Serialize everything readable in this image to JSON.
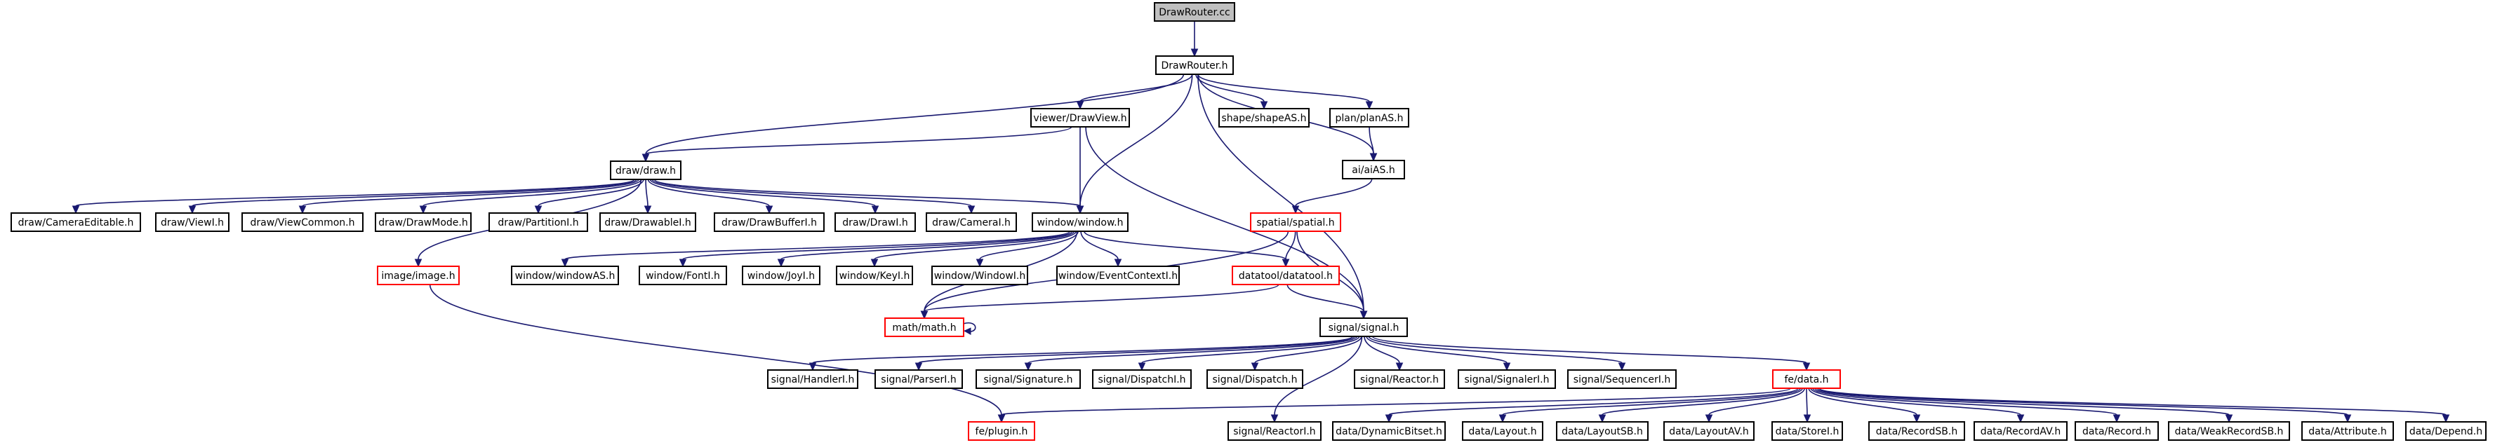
{
  "colors": {
    "edge": "#191970",
    "box_border": "#000000",
    "incomplete_border": "#ff0000",
    "root_fill": "#bfbfbf",
    "box_fill": "#ffffff"
  },
  "nodes": [
    {
      "id": "root",
      "label": "DrawRouter.cc",
      "style": "root"
    },
    {
      "id": "drawrouter_h",
      "label": "DrawRouter.h",
      "style": "normal"
    },
    {
      "id": "viewer_drawview",
      "label": "viewer/DrawView.h",
      "style": "normal"
    },
    {
      "id": "shape_shapeas",
      "label": "shape/shapeAS.h",
      "style": "normal"
    },
    {
      "id": "plan_planas",
      "label": "plan/planAS.h",
      "style": "normal"
    },
    {
      "id": "ai_aias",
      "label": "ai/aiAS.h",
      "style": "normal"
    },
    {
      "id": "draw_draw",
      "label": "draw/draw.h",
      "style": "normal"
    },
    {
      "id": "spatial_spatial",
      "label": "spatial/spatial.h",
      "style": "incomplete"
    },
    {
      "id": "draw_cameraeditable",
      "label": "draw/CameraEditable.h",
      "style": "normal"
    },
    {
      "id": "draw_viewi",
      "label": "draw/ViewI.h",
      "style": "normal"
    },
    {
      "id": "draw_viewcommon",
      "label": "draw/ViewCommon.h",
      "style": "normal"
    },
    {
      "id": "draw_drawmode",
      "label": "draw/DrawMode.h",
      "style": "normal"
    },
    {
      "id": "draw_partitioni",
      "label": "draw/PartitionI.h",
      "style": "normal"
    },
    {
      "id": "draw_drawablei",
      "label": "draw/DrawableI.h",
      "style": "normal"
    },
    {
      "id": "draw_drawbufferi",
      "label": "draw/DrawBufferI.h",
      "style": "normal"
    },
    {
      "id": "draw_drawi",
      "label": "draw/DrawI.h",
      "style": "normal"
    },
    {
      "id": "draw_camerai",
      "label": "draw/CameraI.h",
      "style": "normal"
    },
    {
      "id": "window_window",
      "label": "window/window.h",
      "style": "normal"
    },
    {
      "id": "image_image",
      "label": "image/image.h",
      "style": "incomplete"
    },
    {
      "id": "window_windowas",
      "label": "window/windowAS.h",
      "style": "normal"
    },
    {
      "id": "window_fonti",
      "label": "window/FontI.h",
      "style": "normal"
    },
    {
      "id": "window_joyi",
      "label": "window/JoyI.h",
      "style": "normal"
    },
    {
      "id": "window_keyi",
      "label": "window/KeyI.h",
      "style": "normal"
    },
    {
      "id": "window_windowi",
      "label": "window/WindowI.h",
      "style": "normal"
    },
    {
      "id": "window_eventcontexti",
      "label": "window/EventContextI.h",
      "style": "normal"
    },
    {
      "id": "datatool_datatool",
      "label": "datatool/datatool.h",
      "style": "incomplete"
    },
    {
      "id": "math_math",
      "label": "math/math.h",
      "style": "incomplete"
    },
    {
      "id": "signal_signal",
      "label": "signal/signal.h",
      "style": "normal"
    },
    {
      "id": "signal_handleri",
      "label": "signal/HandlerI.h",
      "style": "normal"
    },
    {
      "id": "signal_parseri",
      "label": "signal/ParserI.h",
      "style": "normal"
    },
    {
      "id": "signal_signature",
      "label": "signal/Signature.h",
      "style": "normal"
    },
    {
      "id": "signal_dispatchi",
      "label": "signal/DispatchI.h",
      "style": "normal"
    },
    {
      "id": "signal_dispatch",
      "label": "signal/Dispatch.h",
      "style": "normal"
    },
    {
      "id": "signal_reactor",
      "label": "signal/Reactor.h",
      "style": "normal"
    },
    {
      "id": "signal_signaleri",
      "label": "signal/SignalerI.h",
      "style": "normal"
    },
    {
      "id": "signal_sequenceri",
      "label": "signal/SequencerI.h",
      "style": "normal"
    },
    {
      "id": "fe_data",
      "label": "fe/data.h",
      "style": "incomplete"
    },
    {
      "id": "fe_plugin",
      "label": "fe/plugin.h",
      "style": "incomplete"
    },
    {
      "id": "signal_reactori",
      "label": "signal/ReactorI.h",
      "style": "normal"
    },
    {
      "id": "data_dynamicbitset",
      "label": "data/DynamicBitset.h",
      "style": "normal"
    },
    {
      "id": "data_layout",
      "label": "data/Layout.h",
      "style": "normal"
    },
    {
      "id": "data_layoutsb",
      "label": "data/LayoutSB.h",
      "style": "normal"
    },
    {
      "id": "data_layoutav",
      "label": "data/LayoutAV.h",
      "style": "normal"
    },
    {
      "id": "data_storei",
      "label": "data/StoreI.h",
      "style": "normal"
    },
    {
      "id": "data_recordsb",
      "label": "data/RecordSB.h",
      "style": "normal"
    },
    {
      "id": "data_recordav",
      "label": "data/RecordAV.h",
      "style": "normal"
    },
    {
      "id": "data_record",
      "label": "data/Record.h",
      "style": "normal"
    },
    {
      "id": "data_weakrecordsb",
      "label": "data/WeakRecordSB.h",
      "style": "normal"
    },
    {
      "id": "data_attribute",
      "label": "data/Attribute.h",
      "style": "normal"
    },
    {
      "id": "data_depend",
      "label": "data/Depend.h",
      "style": "normal"
    }
  ],
  "edges": [
    [
      "root",
      "drawrouter_h"
    ],
    [
      "drawrouter_h",
      "viewer_drawview"
    ],
    [
      "drawrouter_h",
      "shape_shapeas"
    ],
    [
      "drawrouter_h",
      "plan_planas"
    ],
    [
      "drawrouter_h",
      "ai_aias"
    ],
    [
      "drawrouter_h",
      "draw_draw"
    ],
    [
      "drawrouter_h",
      "window_window"
    ],
    [
      "drawrouter_h",
      "signal_signal"
    ],
    [
      "viewer_drawview",
      "draw_draw"
    ],
    [
      "viewer_drawview",
      "window_window"
    ],
    [
      "viewer_drawview",
      "signal_signal"
    ],
    [
      "plan_planas",
      "ai_aias"
    ],
    [
      "ai_aias",
      "spatial_spatial"
    ],
    [
      "draw_draw",
      "draw_cameraeditable"
    ],
    [
      "draw_draw",
      "draw_viewi"
    ],
    [
      "draw_draw",
      "draw_viewcommon"
    ],
    [
      "draw_draw",
      "draw_drawmode"
    ],
    [
      "draw_draw",
      "draw_partitioni"
    ],
    [
      "draw_draw",
      "draw_drawablei"
    ],
    [
      "draw_draw",
      "draw_drawbufferi"
    ],
    [
      "draw_draw",
      "draw_drawi"
    ],
    [
      "draw_draw",
      "draw_camerai"
    ],
    [
      "draw_draw",
      "window_window"
    ],
    [
      "draw_draw",
      "image_image"
    ],
    [
      "window_window",
      "window_windowas"
    ],
    [
      "window_window",
      "window_fonti"
    ],
    [
      "window_window",
      "window_joyi"
    ],
    [
      "window_window",
      "window_keyi"
    ],
    [
      "window_window",
      "window_windowi"
    ],
    [
      "window_window",
      "window_eventcontexti"
    ],
    [
      "window_window",
      "datatool_datatool"
    ],
    [
      "window_window",
      "math_math"
    ],
    [
      "spatial_spatial",
      "datatool_datatool"
    ],
    [
      "spatial_spatial",
      "math_math"
    ],
    [
      "spatial_spatial",
      "signal_signal"
    ],
    [
      "datatool_datatool",
      "math_math"
    ],
    [
      "datatool_datatool",
      "signal_signal"
    ],
    [
      "math_math",
      "math_math"
    ],
    [
      "image_image",
      "fe_plugin"
    ],
    [
      "signal_signal",
      "signal_handleri"
    ],
    [
      "signal_signal",
      "signal_parseri"
    ],
    [
      "signal_signal",
      "signal_signature"
    ],
    [
      "signal_signal",
      "signal_dispatchi"
    ],
    [
      "signal_signal",
      "signal_dispatch"
    ],
    [
      "signal_signal",
      "signal_reactor"
    ],
    [
      "signal_signal",
      "signal_signaleri"
    ],
    [
      "signal_signal",
      "signal_sequenceri"
    ],
    [
      "signal_signal",
      "fe_data"
    ],
    [
      "signal_signal",
      "signal_reactori"
    ],
    [
      "fe_data",
      "fe_plugin"
    ],
    [
      "fe_data",
      "data_dynamicbitset"
    ],
    [
      "fe_data",
      "data_layout"
    ],
    [
      "fe_data",
      "data_layoutsb"
    ],
    [
      "fe_data",
      "data_layoutav"
    ],
    [
      "fe_data",
      "data_storei"
    ],
    [
      "fe_data",
      "data_recordsb"
    ],
    [
      "fe_data",
      "data_recordav"
    ],
    [
      "fe_data",
      "data_record"
    ],
    [
      "fe_data",
      "data_weakrecordsb"
    ],
    [
      "fe_data",
      "data_attribute"
    ],
    [
      "fe_data",
      "data_depend"
    ]
  ]
}
